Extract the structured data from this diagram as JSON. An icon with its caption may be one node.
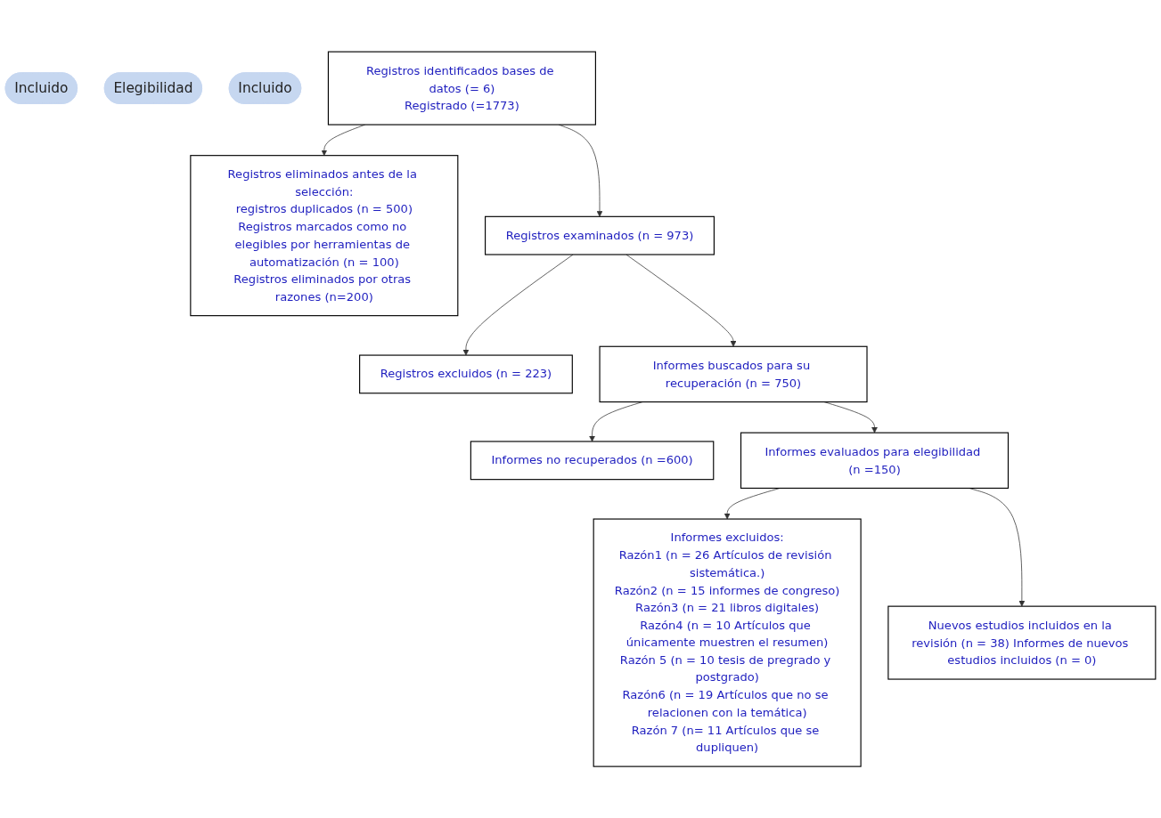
{
  "diagram": {
    "nodes": [
      {
        "text": [
          "Incluido"
        ]
      },
      {
        "text": [
          "Elegibilidad"
        ]
      },
      {
        "text": [
          "Incluido"
        ]
      },
      {
        "text": [
          "Registros identificados bases de datos (= 6)",
          "Registrado (=1773)"
        ]
      },
      {
        "text": [
          "Registros eliminados antes de la selección:",
          "registros duplicados (n = 500)",
          "Registros marcados como no elegibles por herramientas de automatización (n = 100)",
          "Registros eliminados por otras razones (n=200)"
        ]
      },
      {
        "text": [
          "Registros examinados (n = 973)"
        ]
      },
      {
        "text": [
          "Registros excluidos (n = 223)"
        ]
      },
      {
        "text": [
          "Informes buscados para su recuperación (n = 750)"
        ]
      },
      {
        "text": [
          "Informes no recuperados (n =600)"
        ]
      },
      {
        "text": [
          "Informes evaluados para elegibilidad (n =150)"
        ]
      },
      {
        "text": [
          "Informes excluidos:",
          "Razón1 (n = 26 Artículos de revisión sistemática.)",
          "Razón2 (n = 15 informes de congreso)",
          "Razón3 (n = 21 libros digitales)",
          "Razón4 (n = 10 Artículos que únicamente muestren el resumen)",
          "Razón 5 (n = 10 tesis de pregrado y postgrado)",
          "Razón6 (n = 19 Artículos que no se relacionen con la temática)",
          "Razón 7 (n= 11 Artículos que se dupliquen)"
        ]
      },
      {
        "text": [
          "Nuevos estudios incluidos en la revisión (n = 38) Informes de nuevos estudios incluidos (n = 0)"
        ]
      }
    ],
    "edges": [
      {
        "from": 3,
        "to": 4,
        "arrow": "to"
      },
      {
        "from": 3,
        "to": 5,
        "arrow": "to"
      },
      {
        "from": 5,
        "to": 6,
        "arrow": "to"
      },
      {
        "from": 5,
        "to": 7,
        "arrow": "to"
      },
      {
        "from": 7,
        "to": 8,
        "arrow": "to"
      },
      {
        "from": 7,
        "to": 9,
        "arrow": "to"
      },
      {
        "from": 9,
        "to": 10,
        "arrow": "to"
      },
      {
        "from": 9,
        "to": 11,
        "arrow": "to"
      }
    ]
  }
}
